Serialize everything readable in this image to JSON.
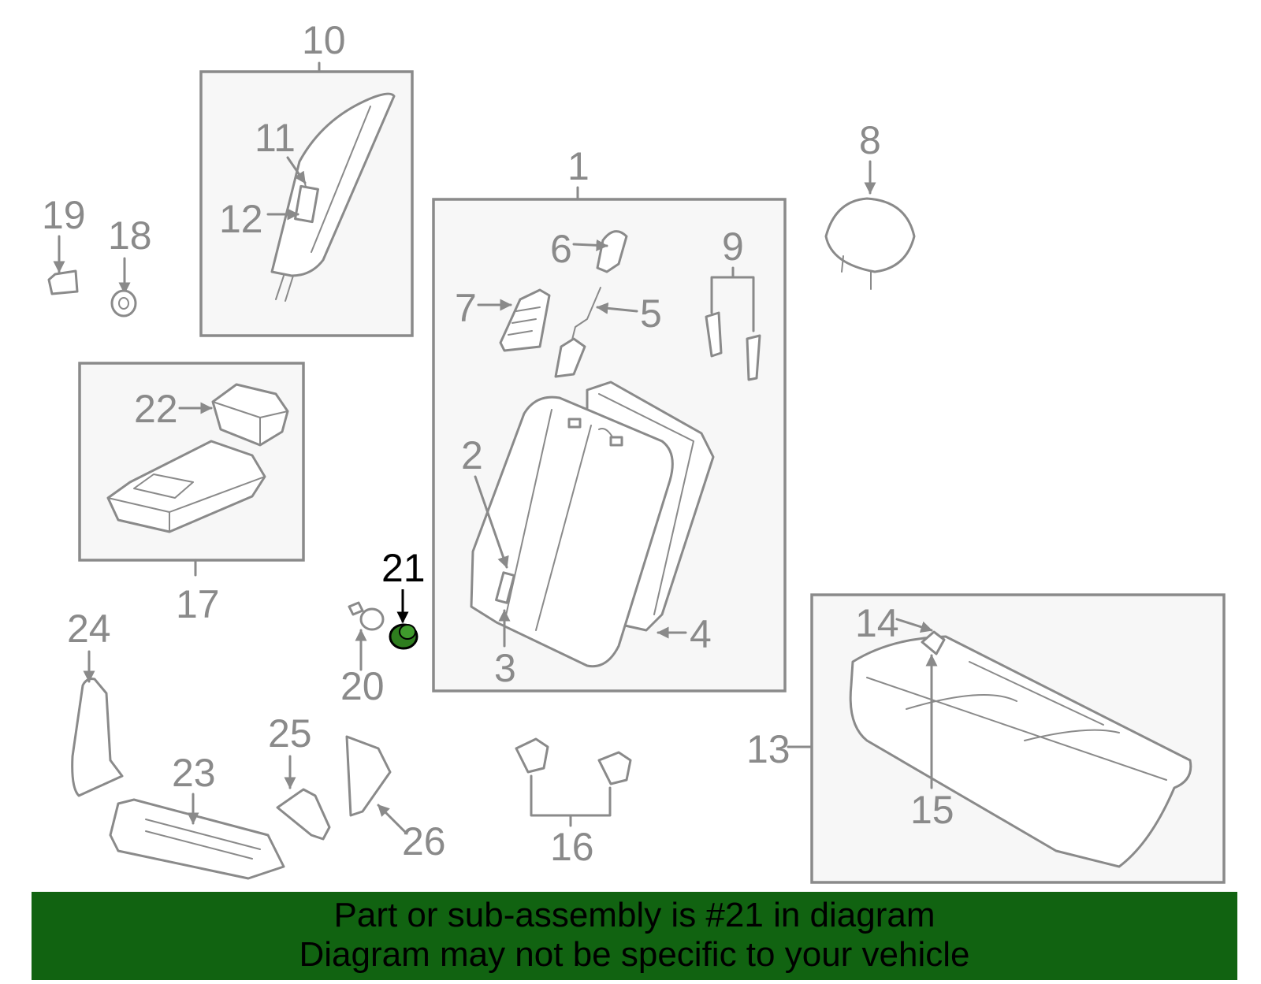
{
  "diagram": {
    "highlighted_part": "21",
    "highlight_color": "#2e7d1e",
    "line_color": "#8a8a8a",
    "callouts": {
      "c1": "1",
      "c2": "2",
      "c3": "3",
      "c4": "4",
      "c5": "5",
      "c6": "6",
      "c7": "7",
      "c8": "8",
      "c9": "9",
      "c10": "10",
      "c11": "11",
      "c12": "12",
      "c13": "13",
      "c14": "14",
      "c15": "15",
      "c16": "16",
      "c17": "17",
      "c18": "18",
      "c19": "19",
      "c20": "20",
      "c21": "21",
      "c22": "22",
      "c23": "23",
      "c24": "24",
      "c25": "25",
      "c26": "26"
    }
  },
  "banner": {
    "background": "#116311",
    "line1": "Part or sub-assembly is #21 in diagram",
    "line2": "Diagram may not be specific to your vehicle"
  }
}
